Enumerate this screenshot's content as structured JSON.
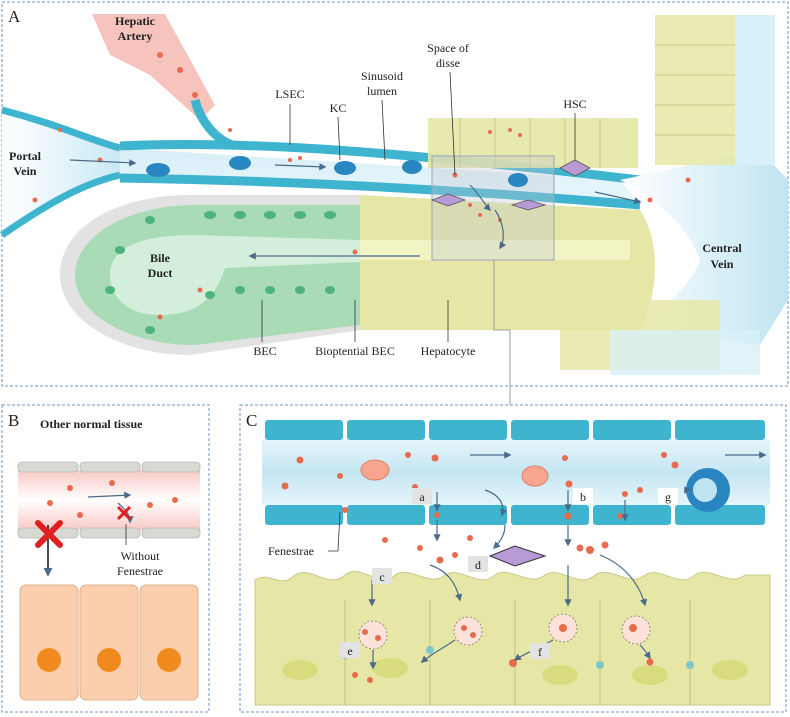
{
  "panel_a": {
    "letter": "A",
    "hepatic_artery": [
      "Hepatic",
      "Artery"
    ],
    "portal_vein": [
      "Portal",
      "Vein"
    ],
    "central_vein": [
      "Central",
      "Vein"
    ],
    "bile_duct": [
      "Bile",
      "Duct"
    ],
    "lsec": "LSEC",
    "kc": "KC",
    "sinusoid_lumen": [
      "Sinusoid",
      "lumen"
    ],
    "space_of_disse": [
      "Space of",
      "disse"
    ],
    "hsc": "HSC",
    "bec": "BEC",
    "biopotential_bec": "Bioptential BEC",
    "hepatocyte": "Hepatocyte"
  },
  "panel_b": {
    "letter": "B",
    "title": "Other normal tissue",
    "without_fenestrae": [
      "Without",
      "Fenestrae"
    ]
  },
  "panel_c": {
    "letter": "C",
    "fenestrae": "Fenestrae",
    "step_labels": [
      "a",
      "b",
      "c",
      "d",
      "e",
      "f",
      "g"
    ]
  },
  "colors": {
    "frame": "#6f93c4",
    "endothelium": "#3fb4cf",
    "hepatocyte": "#e6e7a6",
    "bile_duct": "#a9dbb6",
    "artery": "#f3b1a8",
    "particle": "#e76b4c",
    "hsc": "#b79ad6",
    "cross": "#e02020"
  }
}
